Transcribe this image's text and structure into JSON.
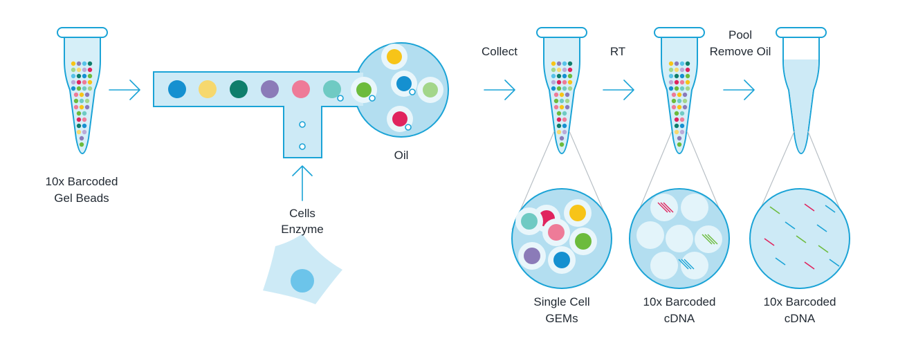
{
  "labels": {
    "gel_beads_line1": "10x Barcoded",
    "gel_beads_line2": "Gel Beads",
    "cells_line1": "Cells",
    "cells_line2": "Enzyme",
    "oil": "Oil",
    "collect": "Collect",
    "rt": "RT",
    "pool_line1": "Pool",
    "pool_line2": "Remove Oil",
    "gems_line1": "Single Cell",
    "gems_line2": "GEMs",
    "cdna1_line1": "10x Barcoded",
    "cdna1_line2": "cDNA",
    "cdna2_line1": "10x Barcoded",
    "cdna2_line2": "cDNA"
  },
  "colors": {
    "outline": "#1aa3d6",
    "fill_light": "#d6eff8",
    "fill_medium": "#b3def0",
    "droplet": "#e9f6fb",
    "bead_blue": "#1590d0",
    "bead_yellow": "#f6d86e",
    "bead_teal": "#0f7e6b",
    "bead_purple": "#8b7bb8",
    "bead_pink": "#ee7b98",
    "bead_mint": "#6fcac3",
    "bead_green": "#6cbb3c",
    "bead_red": "#e0245e",
    "bead_gold": "#f7c418",
    "bead_lightgreen": "#a3d68a"
  },
  "icons": [
    "tube-icon",
    "arrow-icon",
    "cell-icon",
    "droplet-icon",
    "bead-icon",
    "cdna-strand-icon"
  ]
}
